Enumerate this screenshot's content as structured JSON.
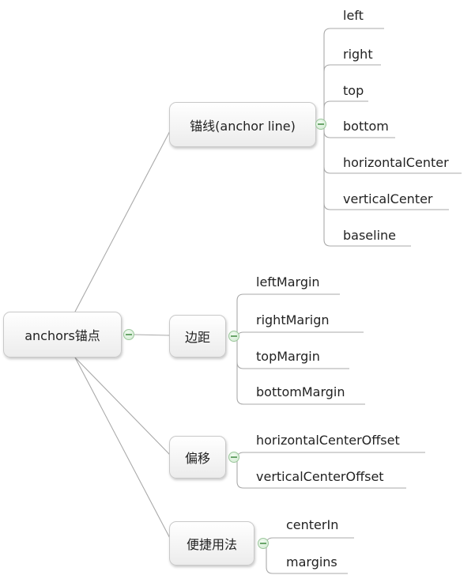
{
  "root": {
    "label": "anchors锚点"
  },
  "branches": [
    {
      "id": "anchor-line",
      "label": "锚线(anchor line)",
      "leaves": [
        "left",
        "right",
        "top",
        "bottom",
        "horizontalCenter",
        "verticalCenter",
        "baseline"
      ]
    },
    {
      "id": "margins",
      "label": "边距",
      "leaves": [
        "leftMargin",
        "rightMarign",
        "topMargin",
        "bottomMargin"
      ]
    },
    {
      "id": "offset",
      "label": "偏移",
      "leaves": [
        "horizontalCenterOffset",
        "verticalCenterOffset"
      ]
    },
    {
      "id": "shortcut",
      "label": "便捷用法",
      "leaves": [
        "centerIn",
        "margins"
      ]
    }
  ]
}
